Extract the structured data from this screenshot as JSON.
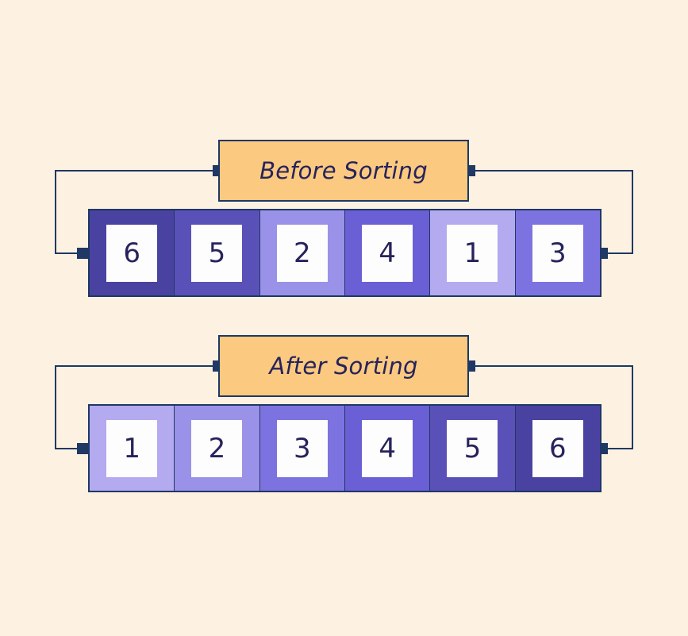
{
  "background_color": "#fdf2e2",
  "theme": {
    "label_fill": "#fbc97f",
    "outline": "#1f3864",
    "text_color": "#26235c",
    "cell_inner_fill": "#fdfdfd"
  },
  "value_colors": {
    "1": "#b3aaf0",
    "2": "#9a92e8",
    "3": "#7d73e0",
    "4": "#6a5fd5",
    "5": "#5a51b8",
    "6": "#4a42a0"
  },
  "groups": [
    {
      "id": "before",
      "label": "Before Sorting",
      "cells": [
        {
          "value": "6",
          "color": "#4a42a0"
        },
        {
          "value": "5",
          "color": "#5a51b8"
        },
        {
          "value": "2",
          "color": "#9a92e8"
        },
        {
          "value": "4",
          "color": "#6a5fd5"
        },
        {
          "value": "1",
          "color": "#b3aaf0"
        },
        {
          "value": "3",
          "color": "#7d73e0"
        }
      ]
    },
    {
      "id": "after",
      "label": "After Sorting",
      "cells": [
        {
          "value": "1",
          "color": "#b3aaf0"
        },
        {
          "value": "2",
          "color": "#9a92e8"
        },
        {
          "value": "3",
          "color": "#7d73e0"
        },
        {
          "value": "4",
          "color": "#6a5fd5"
        },
        {
          "value": "5",
          "color": "#5a51b8"
        },
        {
          "value": "6",
          "color": "#4a42a0"
        }
      ]
    }
  ]
}
